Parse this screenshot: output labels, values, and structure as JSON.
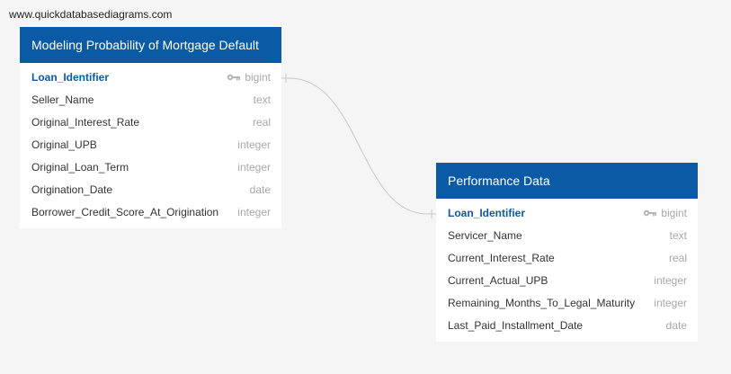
{
  "watermark": "www.quickdatabasediagrams.com",
  "tables": [
    {
      "title": "Modeling Probability of Mortgage Default",
      "columns": [
        {
          "name": "Loan_Identifier",
          "type": "bigint",
          "pk": true
        },
        {
          "name": "Seller_Name",
          "type": "text"
        },
        {
          "name": "Original_Interest_Rate",
          "type": "real"
        },
        {
          "name": "Original_UPB",
          "type": "integer"
        },
        {
          "name": "Original_Loan_Term",
          "type": "integer"
        },
        {
          "name": "Origination_Date",
          "type": "date"
        },
        {
          "name": "Borrower_Credit_Score_At_Origination",
          "type": "integer"
        }
      ]
    },
    {
      "title": "Performance Data",
      "columns": [
        {
          "name": "Loan_Identifier",
          "type": "bigint",
          "pk": true
        },
        {
          "name": "Servicer_Name",
          "type": "text"
        },
        {
          "name": "Current_Interest_Rate",
          "type": "real"
        },
        {
          "name": "Current_Actual_UPB",
          "type": "integer"
        },
        {
          "name": "Remaining_Months_To_Legal_Maturity",
          "type": "integer"
        },
        {
          "name": "Last_Paid_Installment_Date",
          "type": "date"
        }
      ]
    }
  ],
  "relationship": {
    "from": "Modeling Probability of Mortgage Default.Loan_Identifier",
    "to": "Performance Data.Loan_Identifier",
    "color": "#c8c8c8"
  },
  "colors": {
    "header": "#0b5aa6",
    "pk_text": "#0b5aa6",
    "type_text": "#a8a8a8",
    "background": "#f4f5f4"
  }
}
